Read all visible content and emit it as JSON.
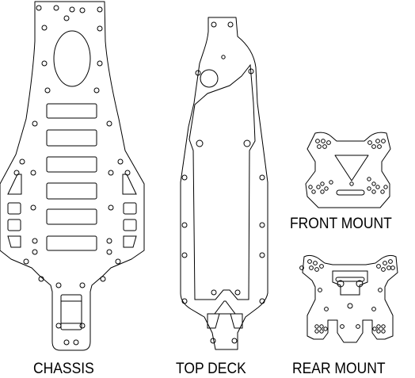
{
  "parts": [
    {
      "id": "chassis",
      "label": "CHASSIS"
    },
    {
      "id": "top-deck",
      "label": "TOP DECK"
    },
    {
      "id": "front-mount",
      "label": "FRONT MOUNT"
    },
    {
      "id": "rear-mount",
      "label": "REAR MOUNT"
    }
  ],
  "line_color": "#000000",
  "background_color": "#ffffff"
}
